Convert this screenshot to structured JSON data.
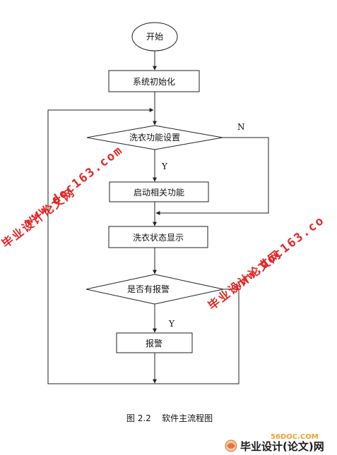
{
  "flowchart": {
    "start": "开始",
    "init": "系统初始化",
    "decision_wash_setting": "洗衣功能设置",
    "start_function": "启动相关功能",
    "status_display": "洗衣状态显示",
    "decision_alarm": "是否有报警",
    "alarm": "报警",
    "label_n": "N",
    "label_y1": "Y",
    "label_y2": "Y"
  },
  "caption": "图 2.2    软件主流程图",
  "watermarks": {
    "left_cn": "毕业设计论文网",
    "left_site": "www.doc163.com",
    "right_cn": "毕业设计论文网",
    "right_site": "www.doc163.co"
  },
  "logo": {
    "url": "56DOC.COM",
    "name": "毕业设计(论文)网"
  },
  "colors": {
    "line": "#222222",
    "watermark": "#e21b1b",
    "logo_accent": "#f0a030"
  }
}
